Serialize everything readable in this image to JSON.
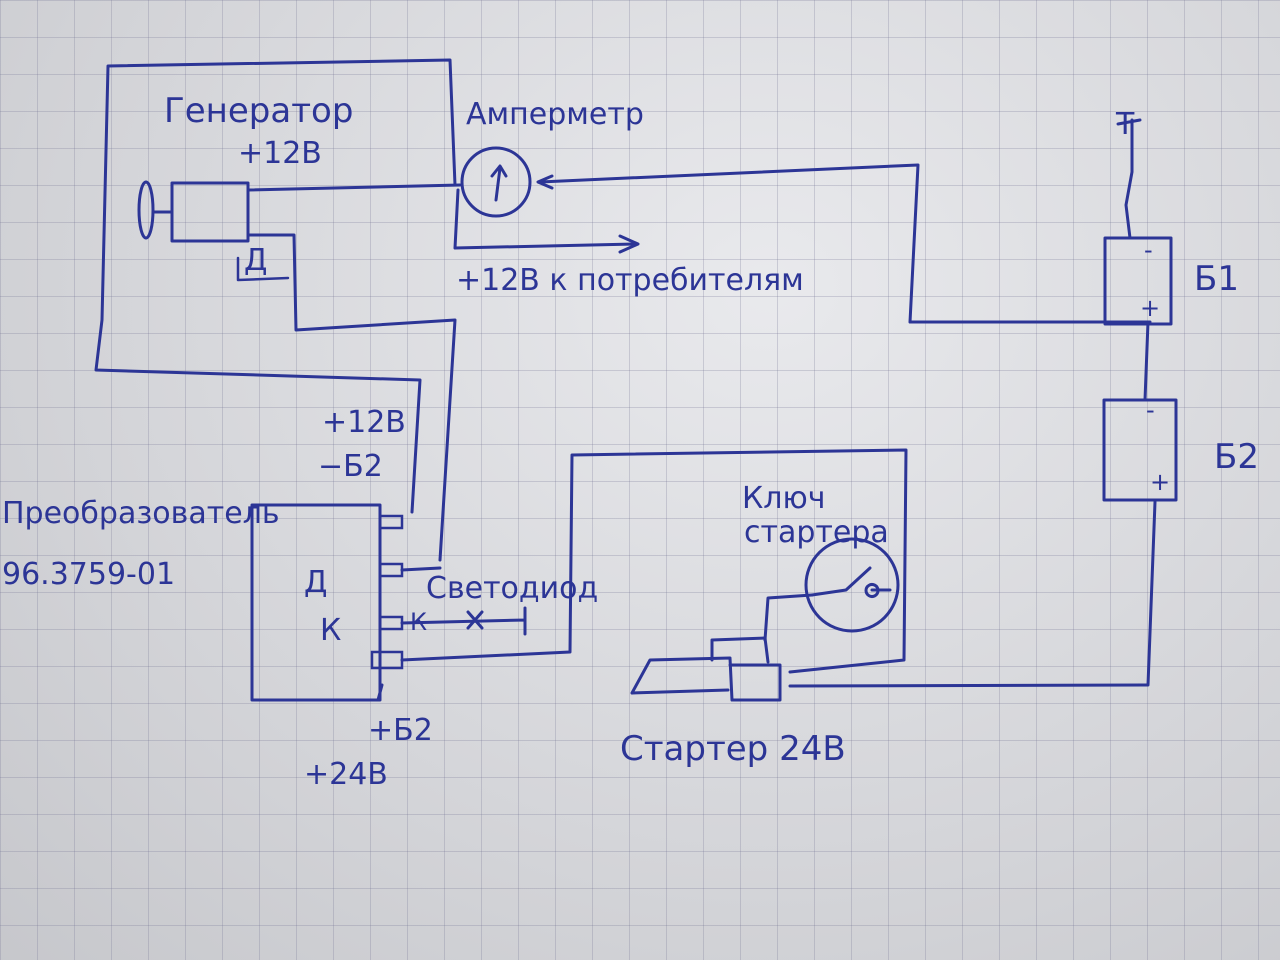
{
  "labels": {
    "generator": "Генератор",
    "generator_voltage": "+12В",
    "ammeter": "Амперметр",
    "consumers": "+12В к потребителям",
    "generator_terminal": "Д",
    "battery1": "Б1",
    "battery2": "Б2",
    "battery_minus": "-",
    "battery_plus": "+",
    "switch_mark": "Т",
    "converter": "Преобразователь",
    "converter_model": "96.3759-01",
    "converter_d": "Д",
    "converter_k": "К",
    "conv_in_plus": "+12В",
    "conv_in_minus": "−Б2",
    "conv_out_b2": "+Б2",
    "conv_out_24": "+24В",
    "led": "Светодиод",
    "led_k": "К",
    "starter_key_1": "Ключ",
    "starter_key_2": "стартера",
    "starter": "Стартер 24В"
  },
  "colors": {
    "ink": "#2c3596",
    "paper": "#dddee3"
  }
}
